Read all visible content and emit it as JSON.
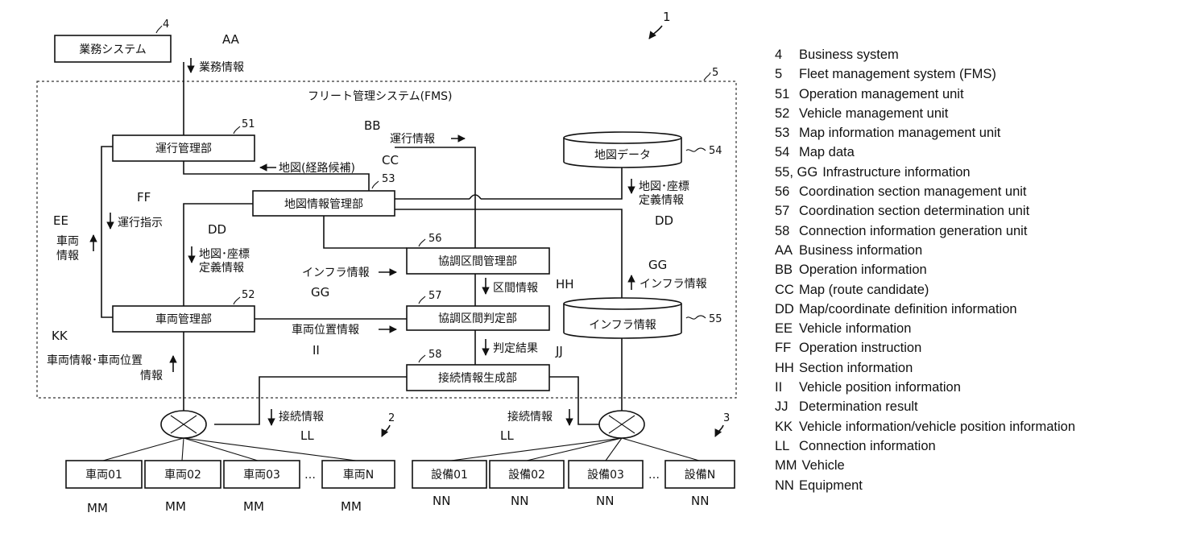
{
  "figure_number": "1",
  "system_label": "フリート管理システム(FMS)",
  "ref_numerals": {
    "business_system": "4",
    "fms": "5",
    "operation_mgmt": "51",
    "vehicle_mgmt": "52",
    "map_info_mgmt": "53",
    "map_data": "54",
    "infra_info": "55",
    "coord_section_mgmt": "56",
    "coord_section_judge": "57",
    "connection_info_gen": "58",
    "vehicle_network": "2",
    "equipment_network": "3"
  },
  "boxes": {
    "business_system": "業務システム",
    "operation_mgmt": "運行管理部",
    "map_info_mgmt": "地図情報管理部",
    "vehicle_mgmt": "車両管理部",
    "coord_section_mgmt": "協調区間管理部",
    "coord_section_judge": "協調区間判定部",
    "connection_info_gen": "接続情報生成部",
    "map_data": "地図データ",
    "infra_info": "インフラ情報"
  },
  "flow_labels": {
    "business_info": "業務情報",
    "operation_info": "運行情報",
    "map_route": "地図(経路候補)",
    "operation_instruction": "運行指示",
    "vehicle_info_line1": "車両",
    "vehicle_info_line2": "情報",
    "map_coord_def_left_line1": "地図･座標",
    "map_coord_def_left_line2": "定義情報",
    "map_coord_def_right_line1": "地図･座標",
    "map_coord_def_right_line2": "定義情報",
    "infra_info_left": "インフラ情報",
    "infra_info_right": "インフラ情報",
    "section_info": "区間情報",
    "vehicle_position_info": "車両位置情報",
    "judgement_result": "判定結果",
    "vehicle_info_position_line1": "車両情報･車両位置",
    "vehicle_info_position_line2": "情報",
    "connection_info_left": "接続情報",
    "connection_info_right": "接続情報"
  },
  "letter_labels": {
    "aa": "AA",
    "bb": "BB",
    "cc": "CC",
    "dd_left": "DD",
    "dd_right": "DD",
    "ee": "EE",
    "ff": "FF",
    "gg_left": "GG",
    "gg_right": "GG",
    "hh": "HH",
    "ii": "II",
    "jj": "JJ",
    "kk": "KK",
    "ll_left": "LL",
    "ll_right": "LL",
    "mm": "MM",
    "nn": "NN"
  },
  "vehicles": [
    "車両01",
    "車両02",
    "車両03",
    "車両N"
  ],
  "equipment": [
    "設備01",
    "設備02",
    "設備03",
    "設備N"
  ],
  "ellipsis": "…",
  "legend": [
    {
      "key": "4",
      "text": "Business system"
    },
    {
      "key": "5",
      "text": "Fleet management system (FMS)"
    },
    {
      "key": "51",
      "text": "Operation management unit"
    },
    {
      "key": "52",
      "text": "Vehicle management unit"
    },
    {
      "key": "53",
      "text": "Map information management unit"
    },
    {
      "key": "54",
      "text": "Map data"
    },
    {
      "key": "55, GG",
      "text": "Infrastructure information"
    },
    {
      "key": "56",
      "text": "Coordination section management unit"
    },
    {
      "key": "57",
      "text": "Coordination section determination unit"
    },
    {
      "key": "58",
      "text": "Connection information generation unit"
    },
    {
      "key": "AA",
      "text": "Business information"
    },
    {
      "key": "BB",
      "text": "Operation information"
    },
    {
      "key": "CC",
      "text": "Map (route candidate)"
    },
    {
      "key": "DD",
      "text": "Map/coordinate definition information"
    },
    {
      "key": "EE",
      "text": "Vehicle information"
    },
    {
      "key": "FF",
      "text": "Operation instruction"
    },
    {
      "key": "HH",
      "text": "Section information"
    },
    {
      "key": "II",
      "text": "Vehicle position information"
    },
    {
      "key": "JJ",
      "text": "Determination result"
    },
    {
      "key": "KK",
      "text": "Vehicle information/vehicle position information"
    },
    {
      "key": "LL",
      "text": "Connection information"
    },
    {
      "key": "MM",
      "text": "Vehicle"
    },
    {
      "key": "NN",
      "text": "Equipment"
    }
  ]
}
